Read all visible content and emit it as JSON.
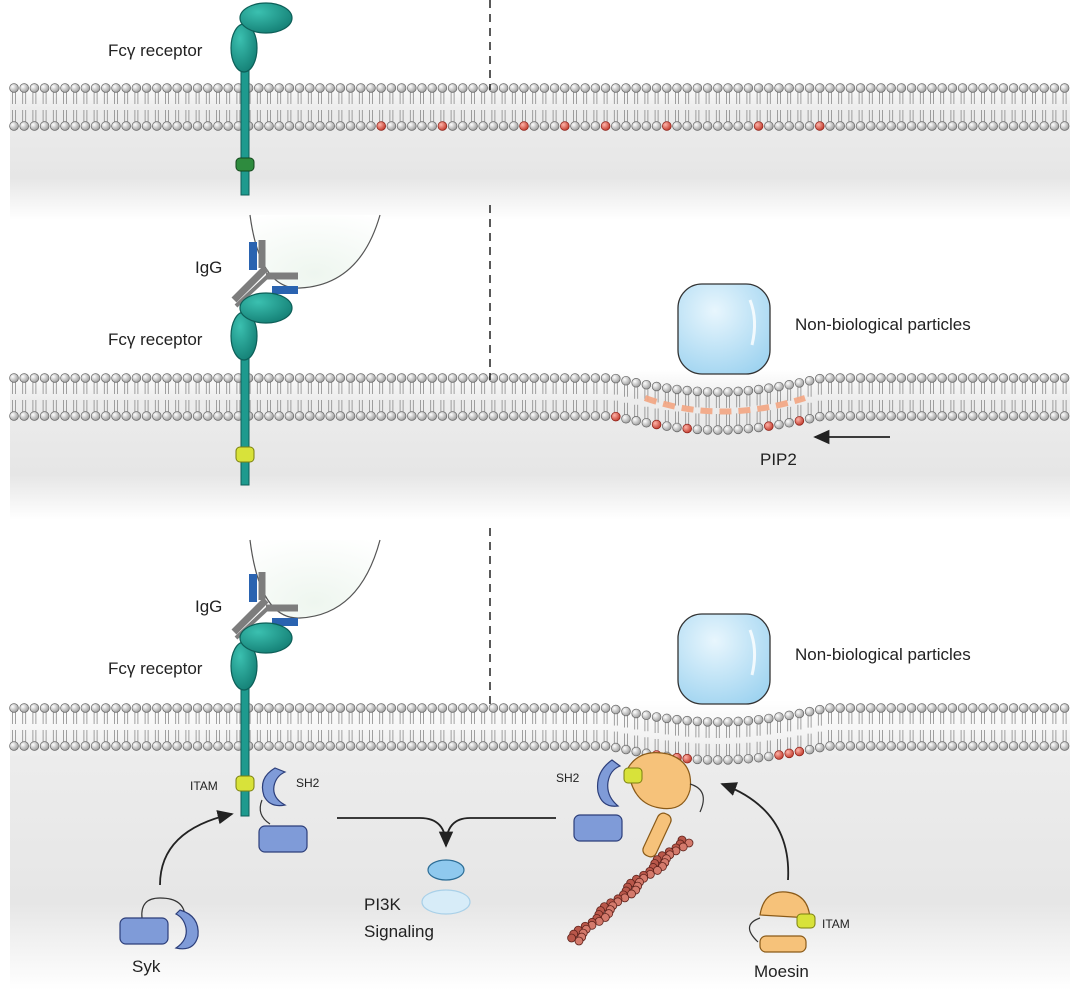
{
  "panels": [
    {
      "receptor_label": "Fcγ receptor"
    },
    {
      "igg_label": "IgG",
      "receptor_label": "Fcγ receptor",
      "particle_label": "Non-biological particles",
      "pip2_label": "PIP2"
    },
    {
      "igg_label": "IgG",
      "receptor_label": "Fcγ receptor",
      "particle_label": "Non-biological particles",
      "itam_left_label": "ITAM",
      "sh2_left_label": "SH2",
      "sh2_right_label": "SH2",
      "itam_right_label": "ITAM",
      "pi3k_line1": "PI3K",
      "pi3k_line2": "Signaling",
      "syk_label": "Syk",
      "moesin_label": "Moesin"
    }
  ],
  "colors": {
    "receptor_teal": "#1e9a8e",
    "receptor_dark": "#0d5f58",
    "itam_green": "#2e8b3e",
    "itam_yellow": "#d8e23a",
    "igg_gray": "#7d7d7d",
    "igg_blue": "#2a63b0",
    "lipid_head": "#cfcfcf",
    "pip2_head": "#d9534f",
    "particle_blue": "#bfe4f7",
    "syk_blue": "#7f9bd8",
    "moesin_orange": "#f6c27a",
    "pi3k_blue": "#8fc9ee",
    "actin_red": "#b9574a"
  },
  "icons": [
    "fc-gamma-receptor-icon",
    "igg-antibody-icon",
    "particle-icon",
    "syk-kinase-icon",
    "moesin-icon",
    "actin-filament-icon"
  ]
}
